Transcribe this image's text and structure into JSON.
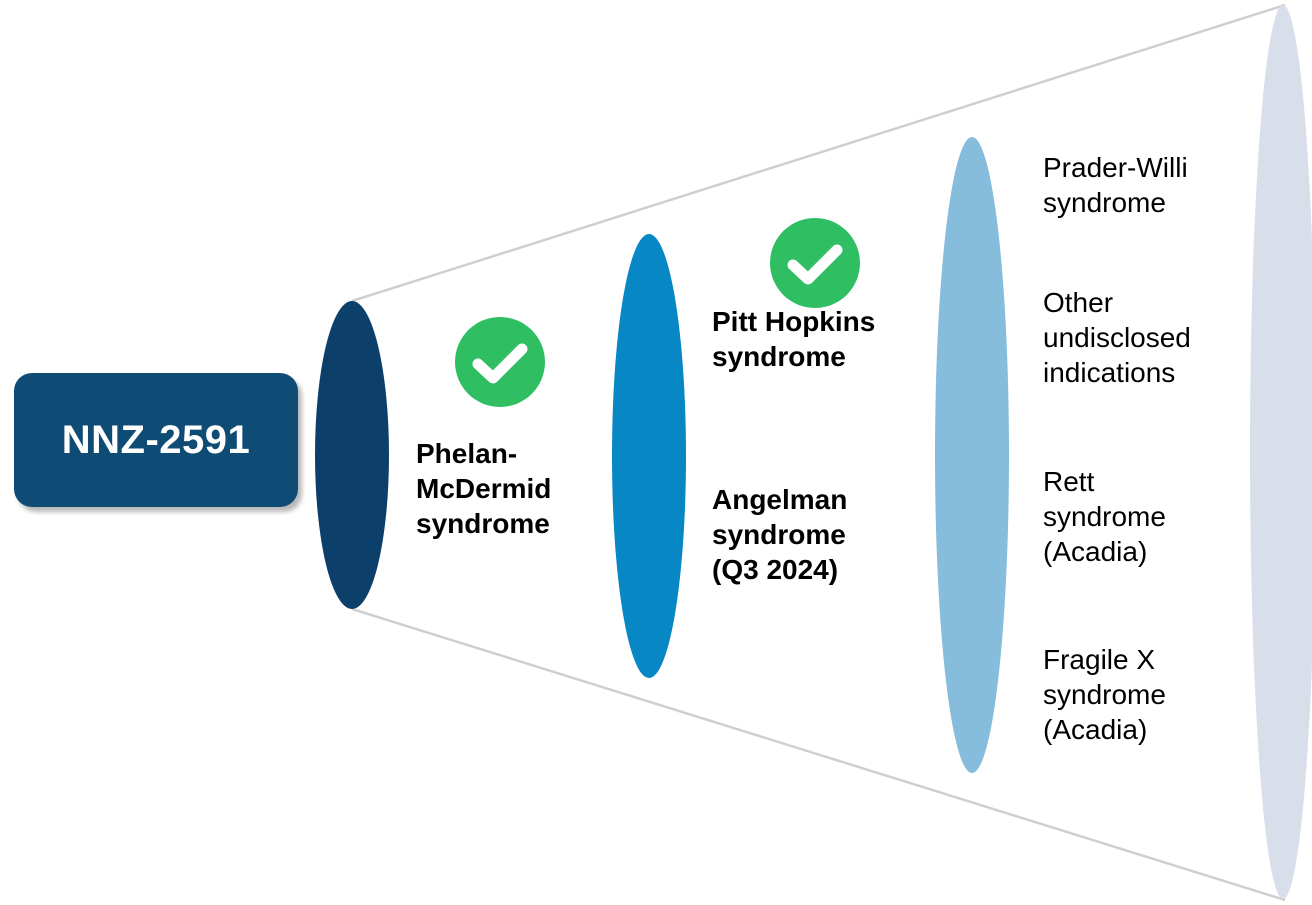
{
  "drug": {
    "name": "NNZ-2591"
  },
  "stages": [
    {
      "approved": true,
      "indications": [
        {
          "lines": [
            "Phelan-",
            "McDermid",
            "syndrome"
          ]
        }
      ]
    },
    {
      "approved": true,
      "indications": [
        {
          "lines": [
            "Pitt Hopkins",
            "syndrome"
          ]
        },
        {
          "lines": [
            "Angelman",
            "syndrome",
            "(Q3 2024)"
          ]
        }
      ]
    },
    {
      "approved": false,
      "indications": [
        {
          "lines": [
            "Prader-Willi",
            "syndrome"
          ]
        },
        {
          "lines": [
            "Other",
            "undisclosed",
            "indications"
          ]
        },
        {
          "lines": [
            "Rett",
            "syndrome",
            "(Acadia)"
          ]
        },
        {
          "lines": [
            "Fragile X",
            "syndrome",
            "(Acadia)"
          ]
        }
      ]
    }
  ],
  "colors": {
    "drug_box": "#0f4c75",
    "ring_1": "#0d3f6b",
    "ring_2": "#0787c3",
    "ring_3": "#86bddc",
    "ring_4": "#d8deea",
    "funnel_line": "#cfcfcf",
    "check_circle": "#2fbf62",
    "check_mark": "#ffffff"
  },
  "icons": {
    "approved": "check-circle-icon"
  }
}
